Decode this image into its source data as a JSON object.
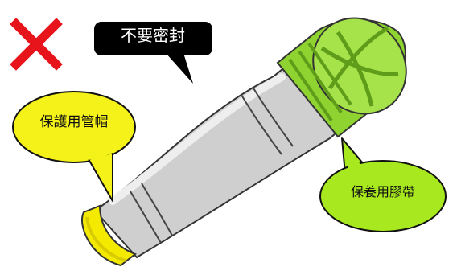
{
  "labels": {
    "no_seal": "不要密封",
    "protective_cap": "保護用管帽",
    "curing_tape": "保養用膠帶"
  },
  "icons": {
    "mark": "cross-icon"
  },
  "colors": {
    "cross": "#e8141c",
    "cap_yellow": "#f4ea00",
    "cap_yellow_dark": "#d8cc00",
    "tape_green": "#8fd331",
    "tape_green_dark": "#5e9c1a",
    "pipe_gray": "#c8c8c8",
    "pipe_gray_light": "#e2e2e2",
    "bubble_yellow": "#f5f21a",
    "bubble_green": "#a8e81e",
    "bubble_black": "#000000"
  }
}
